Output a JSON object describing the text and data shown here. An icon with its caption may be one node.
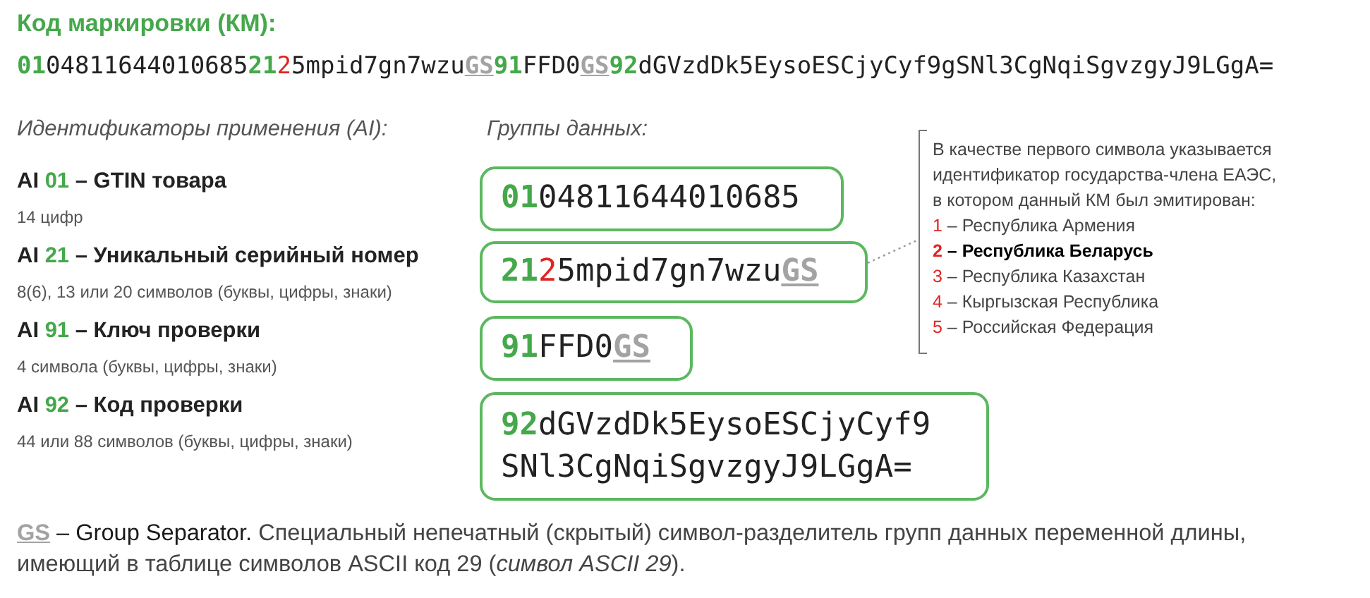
{
  "diagram": {
    "title": "Код маркировки (КМ):",
    "nodes": [
      {
        "text": [
          "0104811644010685"
        ]
      },
      {
        "text": [
          "2125mpid7gn7wzuGS"
        ]
      },
      {
        "text": [
          "91FFD0GS"
        ]
      },
      {
        "text": [
          "92dGVzdDk5EysoESCjyCyf9 SNl3CgNqiSgvzgyJ9LGgA="
        ]
      },
      {
        "text": [
          "В качестве первого символа указывается идентификатор государства-члена ЕАЭС, в котором данный КМ был эмитирован:",
          "1 – Республика Армения",
          "2 – Республика Беларусь",
          "3 – Республика Казахстан",
          "4 – Кыргызская Республика",
          "5 – Российская Федерация"
        ]
      }
    ],
    "edges": [
      {
        "from": 1,
        "to": 4,
        "arrow": "none",
        "style": "dashed"
      }
    ],
    "labels": [
      "01048116440106852125mpid7gn7wzuGS91FFD0GS92dGVzdDk5EysoESCjyCyf9gSNl3CgNqiSgvzgyJ9LGgA=",
      "Идентификаторы применения (AI):",
      "Группы данных:",
      "AI 01 – GTIN товара",
      "14 цифр",
      "AI 21 – Уникальный серийный номер",
      "8(6), 13 или 20 символов (буквы, цифры, знаки)",
      "AI 91 – Ключ проверки",
      "4 символа (буквы, цифры, знаки)",
      "AI 92 – Код проверки",
      "44 или 88 символов (буквы, цифры, знаки)",
      "GS – Group Separator. Специальный непечатный (скрытый) символ-разделитель групп данных переменной длины, имеющий в таблице символов ASCII код 29 (*символ ASCII 29*)."
    ]
  }
}
